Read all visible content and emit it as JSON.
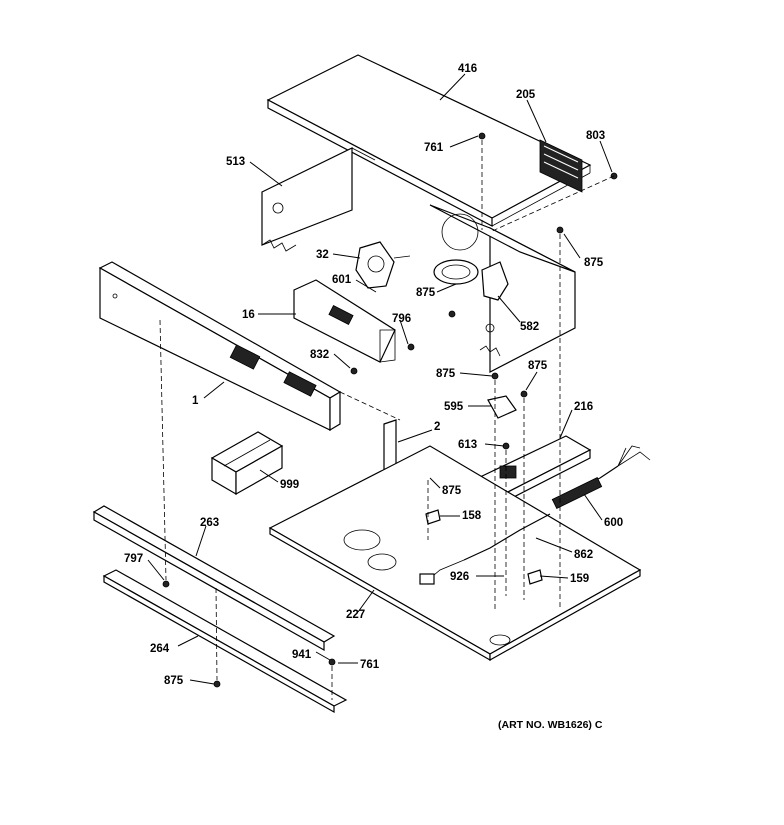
{
  "part_labels": {
    "p416": "416",
    "p205": "205",
    "p803": "803",
    "p761a": "761",
    "p513": "513",
    "p32": "32",
    "p875a": "875",
    "p601": "601",
    "p875b": "875",
    "p16": "16",
    "p796": "796",
    "p582": "582",
    "p832": "832",
    "p875c": "875",
    "p875d": "875",
    "p1": "1",
    "p595": "595",
    "p216": "216",
    "p2": "2",
    "p613": "613",
    "p999": "999",
    "p875e": "875",
    "p600": "600",
    "p158": "158",
    "p263": "263",
    "p862": "862",
    "p797": "797",
    "p926": "926",
    "p159": "159",
    "p227": "227",
    "p264": "264",
    "p941": "941",
    "p761b": "761",
    "p875f": "875"
  },
  "art_number": "(ART NO. WB1626) C"
}
